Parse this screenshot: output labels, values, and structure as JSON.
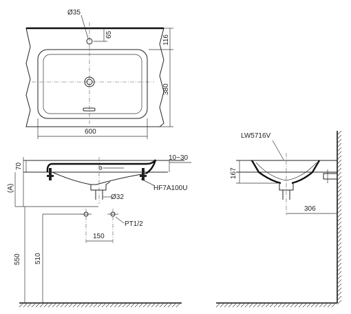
{
  "top_view": {
    "dims": {
      "overflow_hole_dia": "Ø35",
      "hole_offset": "65",
      "rear_depth": "116",
      "basin_depth": "380",
      "basin_width": "600"
    }
  },
  "front_view": {
    "dims": {
      "counter_height": "70",
      "counter_thickness": "10~30",
      "a_label": "(A)",
      "drain_dia": "Ø32",
      "supply_spacing": "150",
      "floor_to_rim": "550",
      "floor_to_supply": "510"
    },
    "labels": {
      "waste": "HF7A100U",
      "supply": "PT1/2"
    }
  },
  "side_view": {
    "labels": {
      "model": "LW5716V"
    },
    "dims": {
      "bowl_height": "167",
      "wall_to_centre": "306"
    }
  }
}
